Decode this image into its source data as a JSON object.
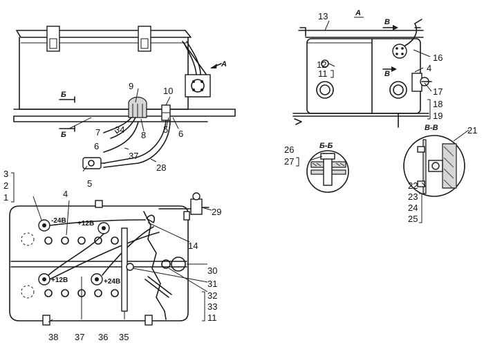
{
  "labels": {
    "l1": "1",
    "l2": "2",
    "l3": "3",
    "l4a": "4",
    "l4b": "4",
    "l5a": "5",
    "l5b": "5",
    "l6a": "6",
    "l6b": "6",
    "l7": "7",
    "l8": "8",
    "l9": "9",
    "l10": "10",
    "l11a": "11",
    "l11b": "11",
    "l12": "12",
    "l13": "13",
    "l14": "14",
    "l16": "16",
    "l17": "17",
    "l18": "18",
    "l19": "19",
    "l21": "21",
    "l22": "22",
    "l23": "23",
    "l24": "24",
    "l25": "25",
    "l26": "26",
    "l27": "27",
    "l28": "28",
    "l29": "29",
    "l30": "30",
    "l31": "31",
    "l32": "32",
    "l33": "33",
    "l34": "34",
    "l35": "35",
    "l36": "36",
    "l37a": "37",
    "l37b": "37",
    "l38": "38"
  },
  "view_marks": {
    "a_arrow": "А",
    "a_view": "А",
    "b_top": "Б",
    "b_bottom": "Б",
    "v_top": "В",
    "v_bottom": "В",
    "section_bb": "Б-Б",
    "section_vv": "В-В"
  },
  "terminals": {
    "minus24": "-24В",
    "plus12_top": "+12В",
    "plus12_bottom": "+12В",
    "plus24": "+24В"
  }
}
